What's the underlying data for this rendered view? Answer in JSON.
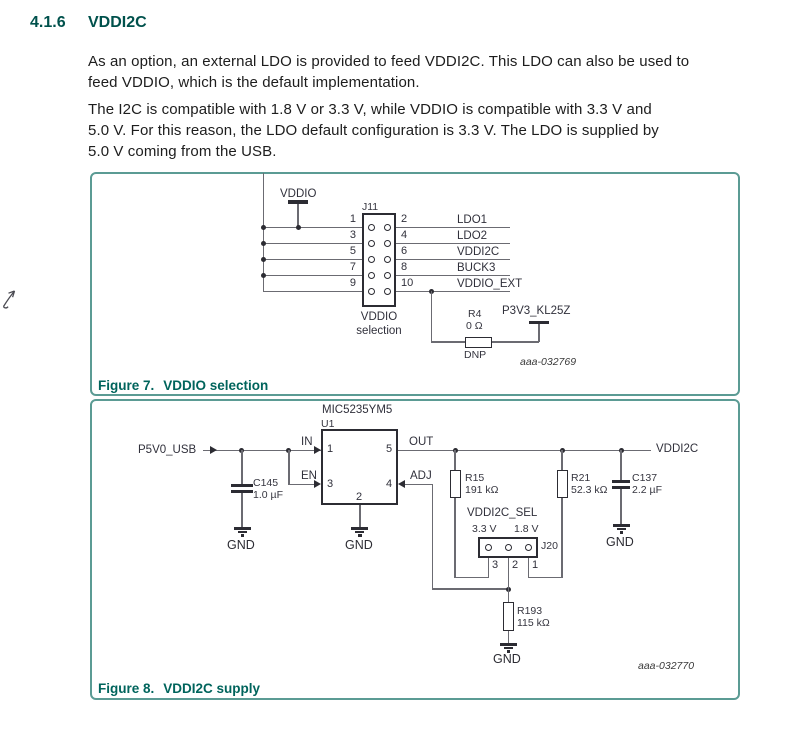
{
  "page": {
    "heading": {
      "number": "4.1.6",
      "title": "VDDI2C"
    },
    "paragraph1": [
      "As an option, an external LDO is provided to feed VDDI2C. This LDO can also be used to",
      "feed VDDIO, which is the default implementation."
    ],
    "paragraph2": [
      "The I2C is compatible with 1.8 V or 3.3 V, while VDDIO is compatible with 3.3 V and",
      "5.0 V. For this reason, the LDO default configuration is 3.3 V. The LDO is supplied by",
      "5.0 V coming from the USB."
    ],
    "colors": {
      "accent_teal": "#00645c",
      "figure_border": "#5b9b94",
      "heading": "#00514c"
    }
  },
  "figure7": {
    "caption_label": "Figure 7.",
    "caption_title": "VDDIO selection",
    "power_net": "VDDIO",
    "connector": {
      "ref": "J11",
      "left_pins": [
        "1",
        "3",
        "5",
        "7",
        "9"
      ],
      "right_pins": [
        "2",
        "4",
        "6",
        "8",
        "10"
      ],
      "label_line1": "VDDIO",
      "label_line2": "selection"
    },
    "nets": [
      "LDO1",
      "LDO2",
      "VDDI2C",
      "BUCK3",
      "VDDIO_EXT"
    ],
    "resistor": {
      "ref": "R4",
      "value": "0 Ω",
      "note": "DNP"
    },
    "power_net_right": "P3V3_KL25Z",
    "drawing_id": "aaa-032769"
  },
  "figure8": {
    "caption_label": "Figure 8.",
    "caption_title": "VDDI2C supply",
    "ic": {
      "part": "MIC5235YM5",
      "ref": "U1",
      "in": "IN",
      "en": "EN",
      "out": "OUT",
      "adj": "ADJ",
      "pin_in": "1",
      "pin_en": "3",
      "pin_out": "5",
      "pin_adj": "4",
      "pin_gnd": "2"
    },
    "input_net": "P5V0_USB",
    "output_net": "VDDI2C",
    "c145": {
      "ref": "C145",
      "value": "1.0 µF"
    },
    "r15": {
      "ref": "R15",
      "value": "191 kΩ"
    },
    "r21": {
      "ref": "R21",
      "value": "52.3 kΩ"
    },
    "c137": {
      "ref": "C137",
      "value": "2.2 µF"
    },
    "r193": {
      "ref": "R193",
      "value": "115 kΩ"
    },
    "jumper": {
      "ref": "J20",
      "label": "VDDI2C_SEL",
      "v_left": "3.3 V",
      "v_right": "1.8 V",
      "pins": [
        "3",
        "2",
        "1"
      ]
    },
    "gnd_label": "GND",
    "drawing_id": "aaa-032770"
  },
  "icons": {
    "cursor": "pointer-cursor"
  }
}
